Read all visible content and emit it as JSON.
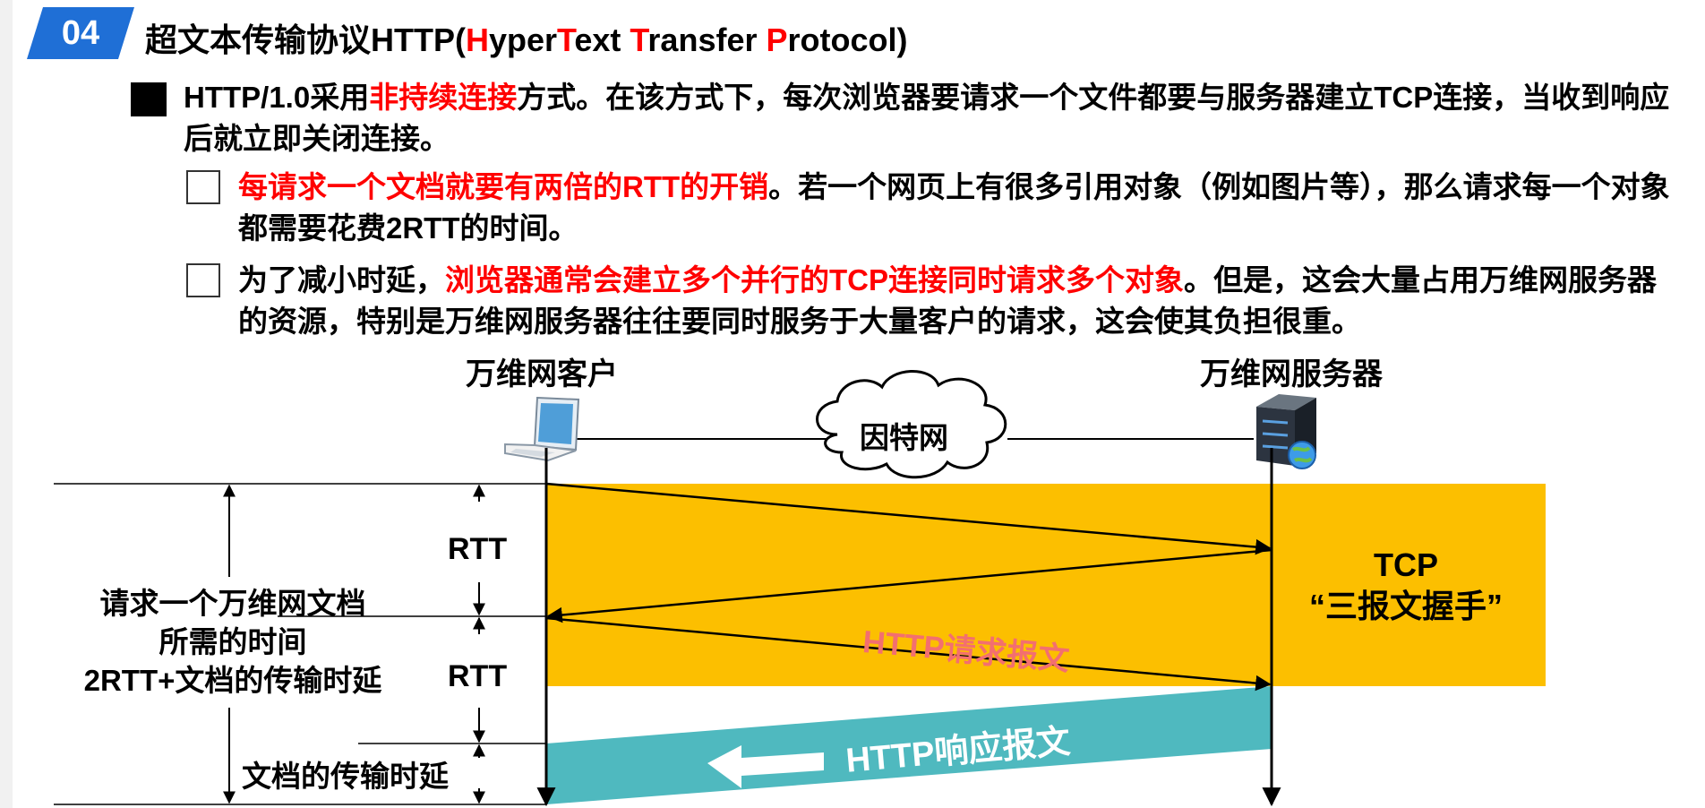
{
  "header": {
    "number": "04",
    "title_parts": [
      {
        "text": "超文本传输协议HTTP(",
        "color": "#000000"
      },
      {
        "text": "H",
        "color": "#ff0000"
      },
      {
        "text": "yper",
        "color": "#000000"
      },
      {
        "text": "T",
        "color": "#ff0000"
      },
      {
        "text": "ext ",
        "color": "#000000"
      },
      {
        "text": "T",
        "color": "#ff0000"
      },
      {
        "text": "ransfer ",
        "color": "#000000"
      },
      {
        "text": "P",
        "color": "#ff0000"
      },
      {
        "text": "rotocol)",
        "color": "#000000"
      }
    ]
  },
  "bullets": {
    "main_pre": "HTTP/1.0采用",
    "main_red": "非持续连接",
    "main_post": "方式。在该方式下，每次浏览器要请求一个文件都要与服务器建立TCP连接，当收到响应后就立即关闭连接。",
    "sub1_red": "每请求一个文档就要有两倍的RTT的开销",
    "sub1_post": "。若一个网页上有很多引用对象（例如图片等），那么请求每一个对象都需要花费2RTT的时间。",
    "sub2_pre": "为了减小时延，",
    "sub2_red": "浏览器通常会建立多个并行的TCP连接同时请求多个对象",
    "sub2_post": "。但是，这会大量占用万维网服务器的资源，特别是万维网服务器往往要同时服务于大量客户的请求，这会使其负担很重。"
  },
  "diagram": {
    "client_label": "万维网客户",
    "server_label": "万维网服务器",
    "internet_label": "因特网",
    "rtt_label_1": "RTT",
    "rtt_label_2": "RTT",
    "left_label_line1": "请求一个万维网文档",
    "left_label_line2": "所需的时间",
    "left_label_line3": "2RTT+文档的传输时延",
    "transfer_delay_label": "文档的传输时延",
    "tcp_label": "TCP",
    "tcp_sub_label": "“三报文握手”",
    "request_label": "HTTP请求报文",
    "response_label": "HTTP响应报文"
  },
  "colors": {
    "badge": "#1f6fd6",
    "handshake_band": "#fcbf00",
    "response_band": "#4fb9bf",
    "highlight": "#ff0000",
    "request_text": "#f36f6f"
  },
  "icons": {
    "client": "laptop-icon",
    "server": "server-icon",
    "internet": "cloud-icon"
  }
}
